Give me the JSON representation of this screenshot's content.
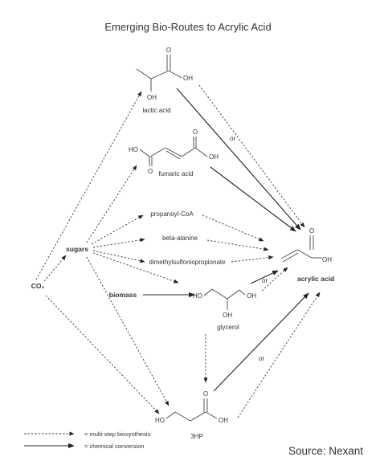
{
  "title": "Emerging Bio-Routes to Acrylic Acid",
  "source": "Source: Nexant",
  "nodes": {
    "co2": "CO₂",
    "sugars": "sugars",
    "biomass": "biomass",
    "lactic_acid": "lactic acid",
    "fumaric_acid": "fumaric acid",
    "propanoyl_coa": "propanoyl-CoA",
    "beta_alanine": "beta-alanine",
    "dmsp": "dimethylsulfoniopropionate",
    "glycerol": "glycerol",
    "hp3": "3HP",
    "acrylic_acid": "acrylic acid"
  },
  "atoms": {
    "o": "O",
    "oh": "OH",
    "ho": "HO"
  },
  "or_label": "or",
  "legend": {
    "multistep": "= multi-step biosynthesis",
    "chemical": "= chemical conversion"
  },
  "colors": {
    "line": "#222222",
    "text": "#333333"
  }
}
